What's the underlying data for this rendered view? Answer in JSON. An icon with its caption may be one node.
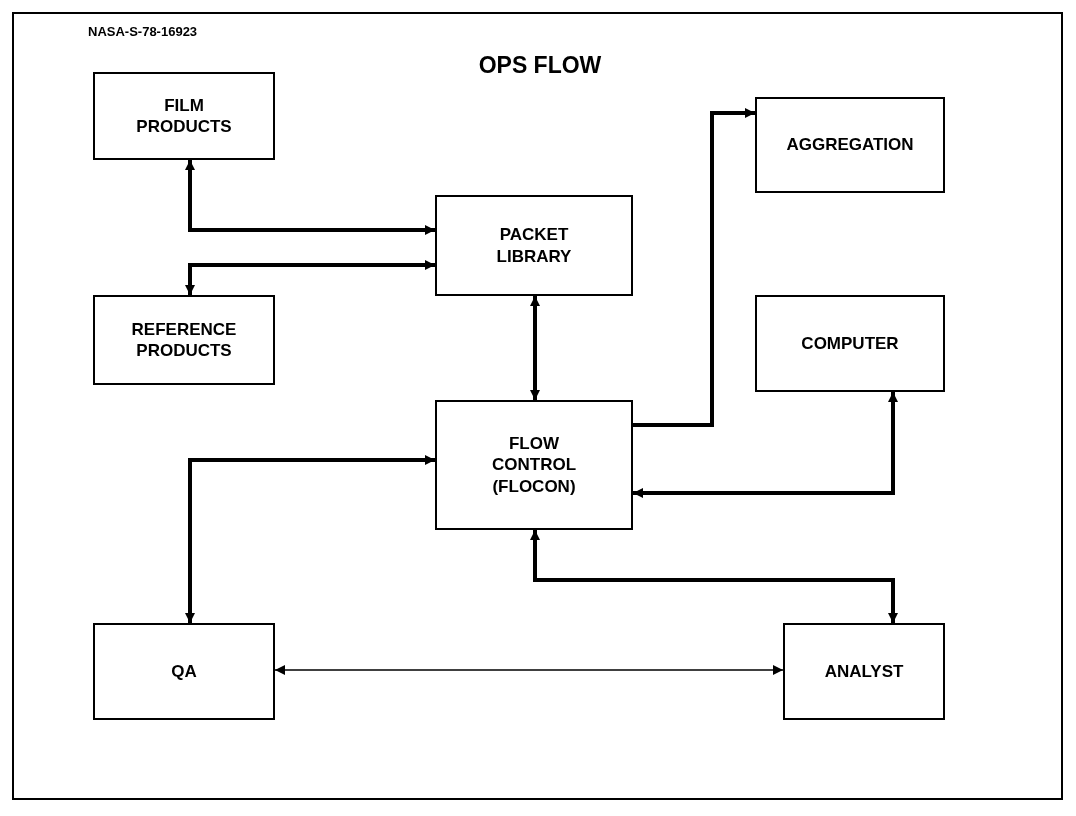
{
  "diagram": {
    "title": "OPS FLOW",
    "nodes": [
      {
        "text": [
          "FILM PRODUCTS"
        ]
      },
      {
        "text": [
          "AGGREGATION"
        ]
      },
      {
        "text": [
          "PACKET LIBRARY"
        ]
      },
      {
        "text": [
          "REFERENCE PRODUCTS"
        ]
      },
      {
        "text": [
          "COMPUTER"
        ]
      },
      {
        "text": [
          "FLOW CONTROL (FLOCON)"
        ]
      },
      {
        "text": [
          "QA"
        ]
      },
      {
        "text": [
          "ANALYST"
        ]
      }
    ],
    "edges": [
      {
        "from": 0,
        "to": 2,
        "arrow": "both"
      },
      {
        "from": 3,
        "to": 2,
        "arrow": "both"
      },
      {
        "from": 2,
        "to": 5,
        "arrow": "both"
      },
      {
        "from": 5,
        "to": 1,
        "arrow": "to"
      },
      {
        "from": 4,
        "to": 5,
        "arrow": "both"
      },
      {
        "from": 6,
        "to": 5,
        "arrow": "both"
      },
      {
        "from": 5,
        "to": 7,
        "arrow": "both"
      },
      {
        "from": 6,
        "to": 7,
        "arrow": "both"
      }
    ],
    "labels": [
      "NASA-S-78-16923"
    ]
  }
}
